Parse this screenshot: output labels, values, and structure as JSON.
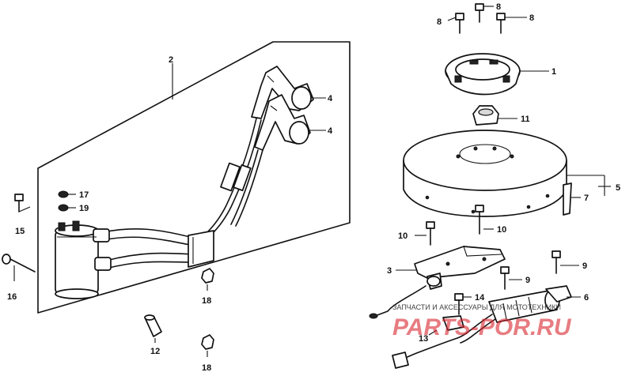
{
  "diagram": {
    "callouts": {
      "c1": "1",
      "c2": "2",
      "c3": "3",
      "c4a": "4",
      "c4b": "4",
      "c5": "5",
      "c6": "6",
      "c7": "7",
      "c8a": "8",
      "c8b": "8",
      "c8c": "8",
      "c9a": "9",
      "c9b": "9",
      "c10a": "10",
      "c10b": "10",
      "c11": "11",
      "c12": "12",
      "c13": "13",
      "c14": "14",
      "c15": "15",
      "c16": "16",
      "c17": "17",
      "c18a": "18",
      "c18b": "18",
      "c19": "19"
    }
  },
  "watermark": {
    "subtitle": "ЗАПЧАСТИ И АКСЕССУАРЫ ДЛЯ МОТОТЕХНИКИ",
    "brand": "PARTS-POR.RU",
    "color": "#d8262e"
  }
}
